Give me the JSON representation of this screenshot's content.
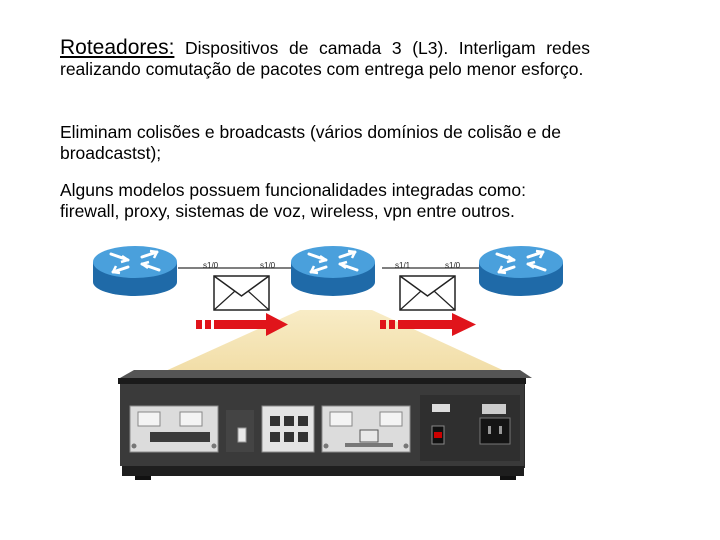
{
  "slide": {
    "title": "Roteadores:",
    "title_rest": " Dispositivos de camada 3 (L3). Interligam redes realizando comutação de pacotes com entrega pelo menor esforço.",
    "paragraph2": "Eliminam colisões e broadcasts (vários domínios de colisão e de broadcastst);",
    "paragraph3": "Alguns modelos possuem funcionalidades integradas como: firewall, proxy, sistemas de voz, wireless, vpn entre outros."
  },
  "diagram": {
    "interfaces": [
      "s1/0",
      "s1/0",
      "s1/1",
      "s1/0"
    ],
    "colors": {
      "router_blue": "#2a7fc3",
      "router_top": "#4aa0dc",
      "arrow_red": "#e0141b",
      "beam": "#f4e3b5",
      "chassis": "#2b2b2b",
      "panel": "#e4e4e4"
    }
  }
}
